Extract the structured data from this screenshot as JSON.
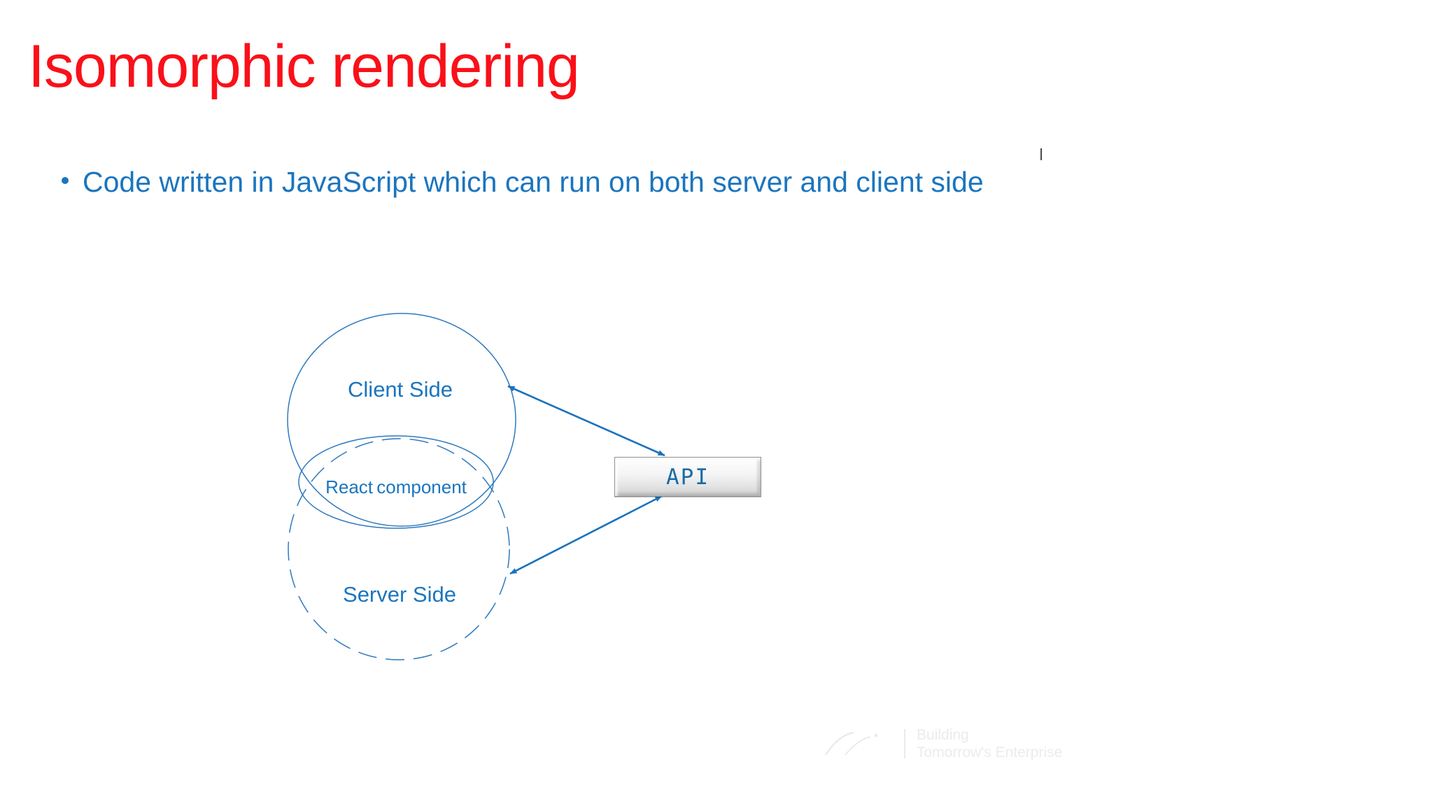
{
  "slide": {
    "title": "Isomorphic rendering",
    "bullet_text": "Code written in JavaScript which can run on both server and client side"
  },
  "diagram": {
    "client_label": "Client Side",
    "react_label": "React component",
    "server_label": "Server Side",
    "api_label": "API"
  },
  "watermark": {
    "line1": "Building",
    "line2": "Tomorrow's Enterprise"
  },
  "colors": {
    "title_red": "#FA1019",
    "text_blue": "#1B75BE",
    "circle_stroke": "#2E79BE",
    "arrow_blue": "#1B72BC",
    "api_text_blue": "#1A6BA6",
    "api_box_border": "#8f8f8f"
  }
}
